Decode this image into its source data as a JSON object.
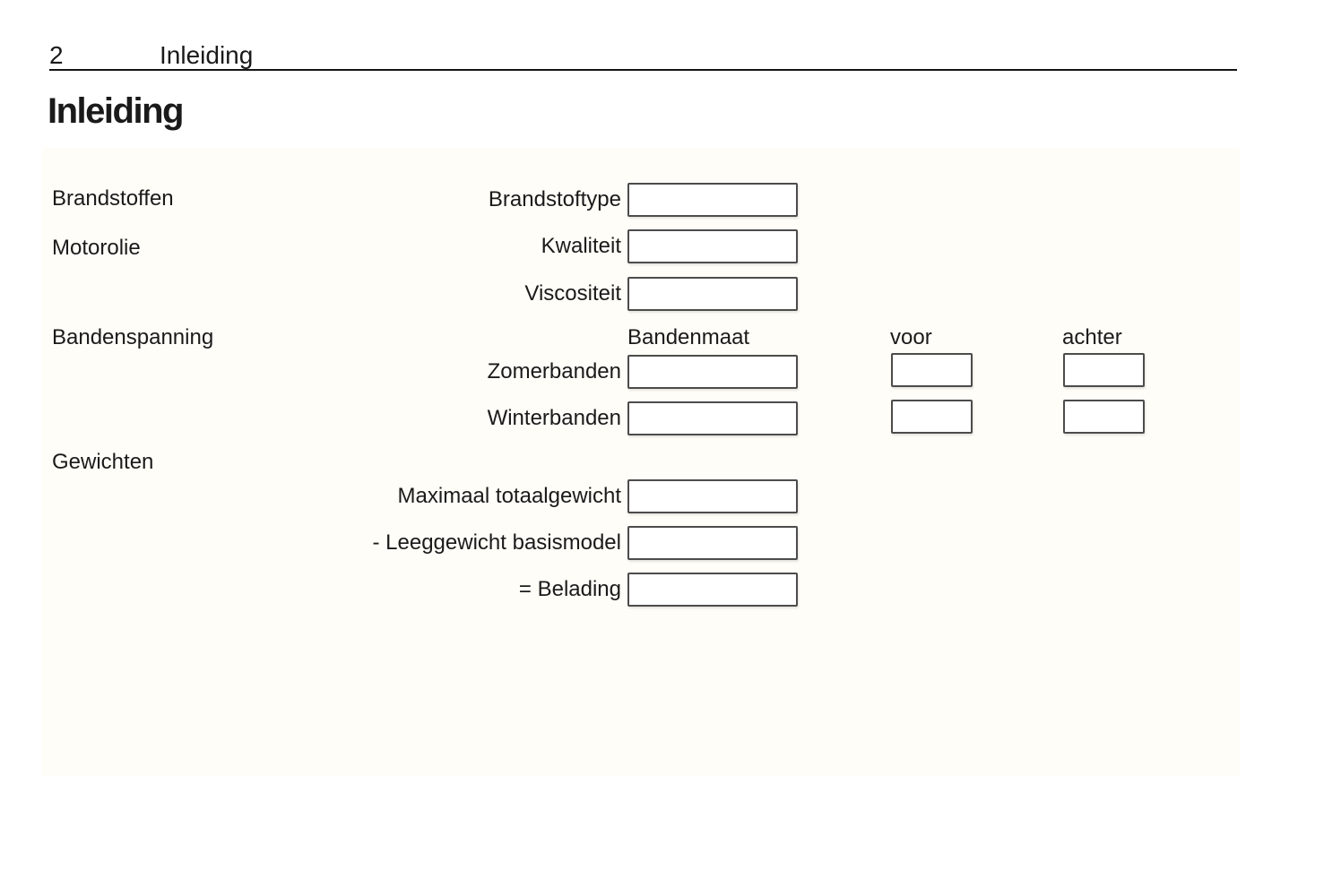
{
  "header": {
    "page_number": "2",
    "chapter_title": "Inleiding"
  },
  "page_title": "Inleiding",
  "form": {
    "section_labels": {
      "fuels": "Brandstoffen",
      "engine_oil": "Motorolie",
      "tyre_pressure": "Bandenspanning",
      "weights": "Gewichten"
    },
    "fuel_oil_fields": [
      {
        "label": "Brandstoftype",
        "value": ""
      },
      {
        "label": "Kwaliteit",
        "value": ""
      },
      {
        "label": "Viscositeit",
        "value": ""
      }
    ],
    "tyre_table": {
      "columns": {
        "size": "Bandenmaat",
        "front": "voor",
        "rear": "achter"
      },
      "rows": [
        {
          "label": "Zomerbanden",
          "size": "",
          "front": "",
          "rear": ""
        },
        {
          "label": "Winterbanden",
          "size": "",
          "front": "",
          "rear": ""
        }
      ]
    },
    "weight_fields": [
      {
        "label": "Maximaal totaalgewicht",
        "value": ""
      },
      {
        "label": "- Leeggewicht basismodel",
        "value": ""
      },
      {
        "label": "= Belading",
        "value": ""
      }
    ]
  },
  "colors": {
    "panel_bg": "#FFFDF7",
    "box_border": "#4C4C4C",
    "rule": "#141414",
    "text": "#1A1A1A"
  }
}
